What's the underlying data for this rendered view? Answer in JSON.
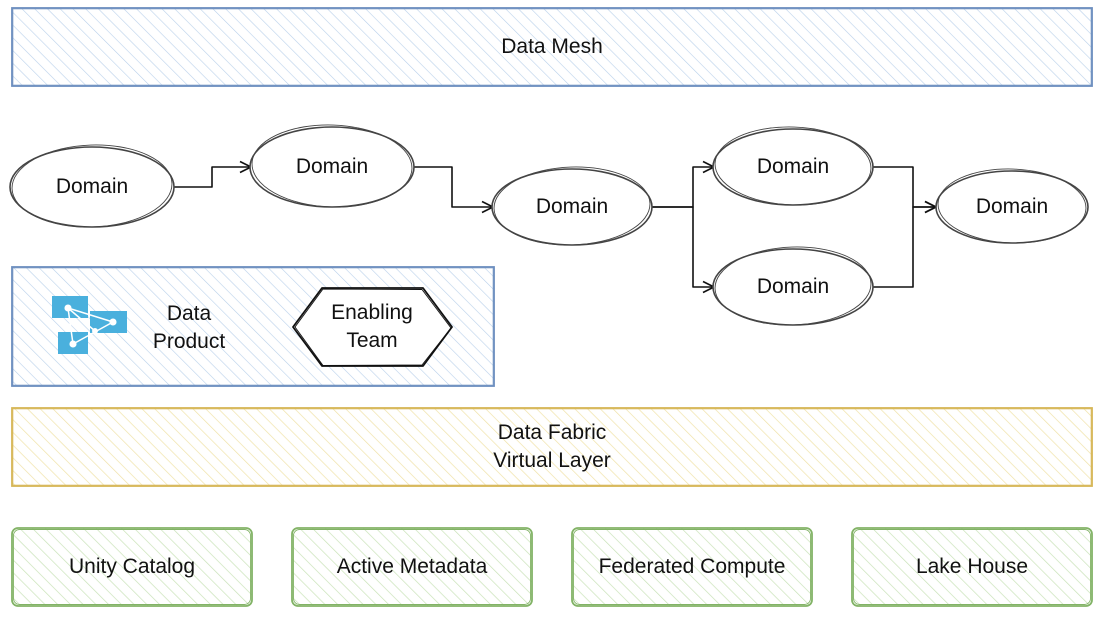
{
  "colors": {
    "mesh_stroke": "#6c8ebf",
    "mesh_hatch": "#b9d0ea",
    "fabric_stroke": "#d6b656",
    "fabric_hatch": "#f0e2a8",
    "component_stroke": "#82b366",
    "component_hatch": "#c9e2b8",
    "domain_stroke": "#444444",
    "product_icon": "#4ab0dd",
    "text": "#111111"
  },
  "data_mesh": {
    "title": "Data Mesh"
  },
  "domains": [
    {
      "label": "Domain"
    },
    {
      "label": "Domain"
    },
    {
      "label": "Domain"
    },
    {
      "label": "Domain"
    },
    {
      "label": "Domain"
    },
    {
      "label": "Domain"
    }
  ],
  "product_panel": {
    "icon": "data-product-icon",
    "data_product_label": "Data\nProduct",
    "enabling_team_label": "Enabling\nTeam"
  },
  "data_fabric": {
    "title": "Data Fabric\nVirtual Layer"
  },
  "components": [
    {
      "label": "Unity Catalog"
    },
    {
      "label": "Active Metadata"
    },
    {
      "label": "Federated Compute"
    },
    {
      "label": "Lake House"
    }
  ]
}
